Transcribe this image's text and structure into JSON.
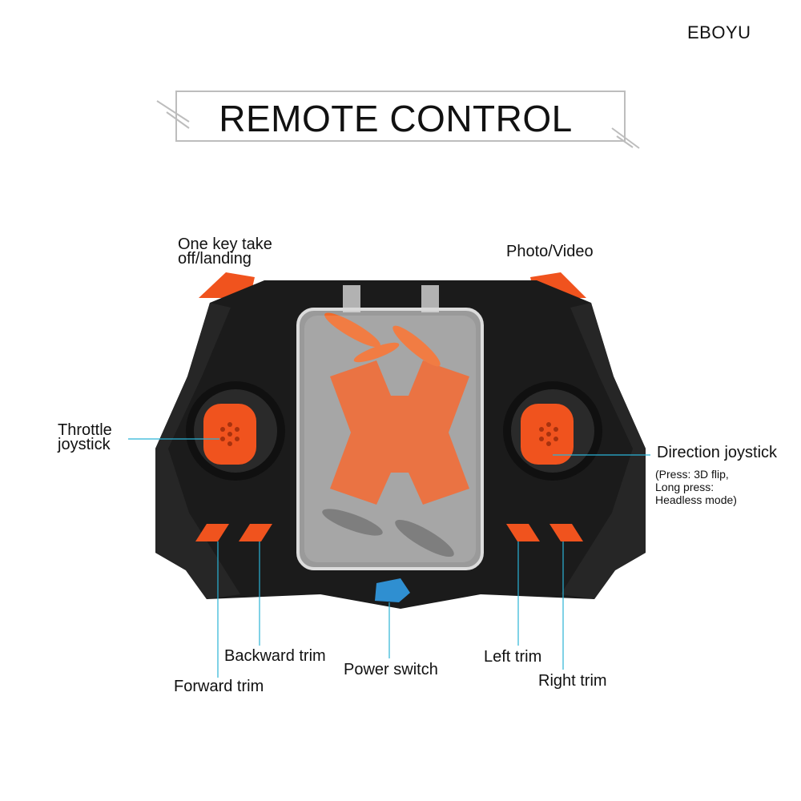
{
  "brand": "EBOYU",
  "title": "REMOTE CONTROL",
  "labels": {
    "takeoff_line1": "One key take",
    "takeoff_line2": "off/landing",
    "photo_video": "Photo/Video",
    "throttle_line1": "Throttle",
    "throttle_line2": "joystick",
    "direction": "Direction joystick",
    "direction_note_1": "(Press: 3D flip,",
    "direction_note_2": "Long press:",
    "direction_note_3": "Headless mode)",
    "backward_trim": "Backward trim",
    "forward_trim": "Forward trim",
    "power_switch": "Power switch",
    "left_trim": "Left trim",
    "right_trim": "Right trim"
  },
  "colors": {
    "accent_orange": "#f0531e",
    "body_black": "#1b1b1b",
    "leader_line": "#2bb3d6",
    "power_button": "#2f8fd1"
  }
}
